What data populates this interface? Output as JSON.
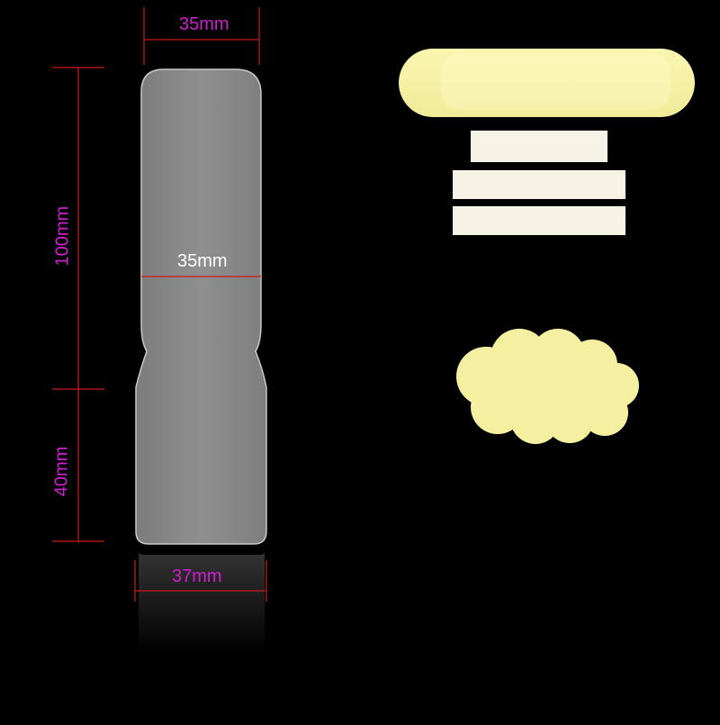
{
  "product": {
    "dimensions": {
      "top_width": "35mm",
      "middle_width": "35mm",
      "bottom_width": "37mm",
      "upper_length": "100mm",
      "lower_length": "40mm"
    },
    "colors": {
      "background": "#000000",
      "plate": "#8a8a8a",
      "dimension_line": "#cc1a1a",
      "dimension_text": "#d21ed2",
      "pad": "#f5f0a0",
      "strip": "#f6f3e6"
    }
  }
}
